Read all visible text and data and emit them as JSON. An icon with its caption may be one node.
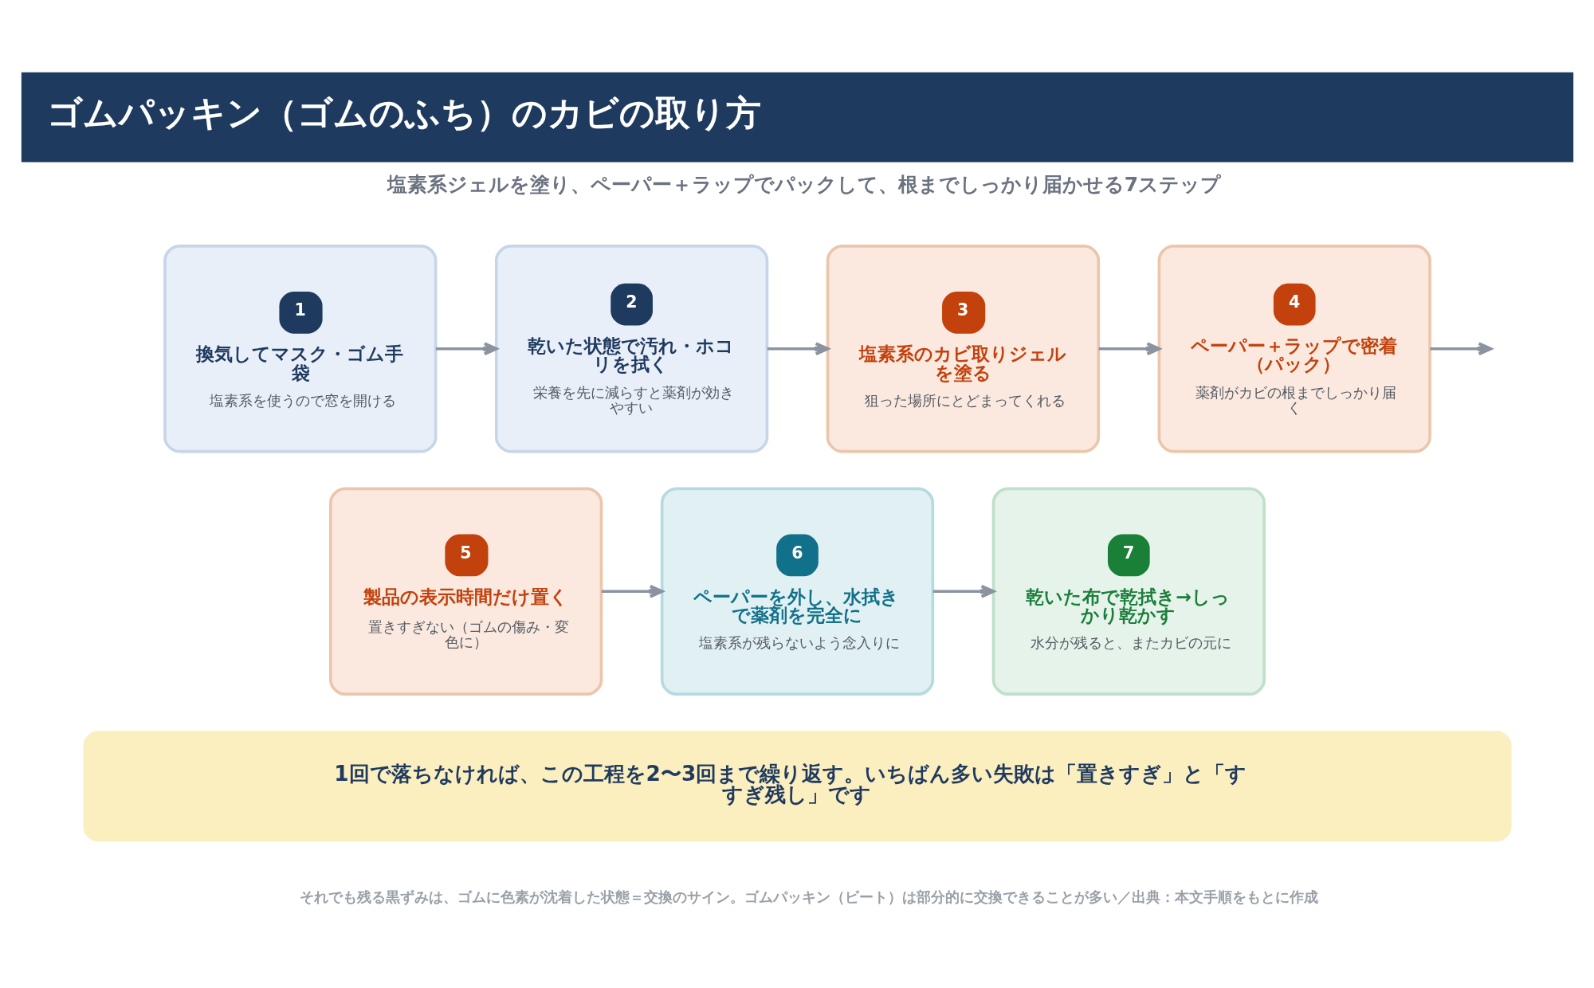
{
  "diagram": {
    "title": "ゴムパッキン（ゴムのふち）のカビの取り方",
    "nodes": [
      {
        "text": [
          "1",
          "換気してマスク・ゴム手袋",
          "塩素系を使うので窓を開ける"
        ]
      },
      {
        "text": [
          "2",
          "乾いた状態で汚れ・ホコリを拭く",
          "栄養を先に減らすと薬剤が効きやすい"
        ]
      },
      {
        "text": [
          "3",
          "塩素系のカビ取りジェルを塗る",
          "狙った場所にとどまってくれる"
        ]
      },
      {
        "text": [
          "4",
          "ペーパー＋ラップで密着（パック）",
          "薬剤がカビの根までしっかり届く"
        ]
      },
      {
        "text": [
          "5",
          "製品の表示時間だけ置く",
          "置きすぎない（ゴムの傷み・変色に）"
        ]
      },
      {
        "text": [
          "6",
          "ペーパーを外し、水拭きで薬剤を完全に",
          "塩素系が残らないよう念入りに"
        ]
      },
      {
        "text": [
          "7",
          "乾いた布で乾拭き→しっかり乾かす",
          "水分が残ると、またカビの元に"
        ]
      },
      {
        "text": [
          "1回で落ちなければ、この工程を2〜3回まで繰り返す。いちばん多い失敗は「置きすぎ」と「すすぎ残し」です"
        ]
      }
    ],
    "edges": [
      {
        "from": 0,
        "to": 1,
        "arrow": "to"
      },
      {
        "from": 1,
        "to": 2,
        "arrow": "to"
      },
      {
        "from": 2,
        "to": 3,
        "arrow": "to"
      },
      {
        "from": 3,
        "to": null,
        "arrow": "to"
      },
      {
        "from": 4,
        "to": 5,
        "arrow": "to"
      },
      {
        "from": 5,
        "to": 6,
        "arrow": "to"
      }
    ],
    "labels": [
      "塩素系ジェルを塗り、ペーパー＋ラップでパックして、根までしっかり届かせる7ステップ",
      "それでも残る黒ずみは、ゴムに色素が沈着した状態＝交換のサイン。ゴムパッキン（ビート）は部分的に交換できることが多い／出典：本文手順をもとに作成"
    ]
  }
}
